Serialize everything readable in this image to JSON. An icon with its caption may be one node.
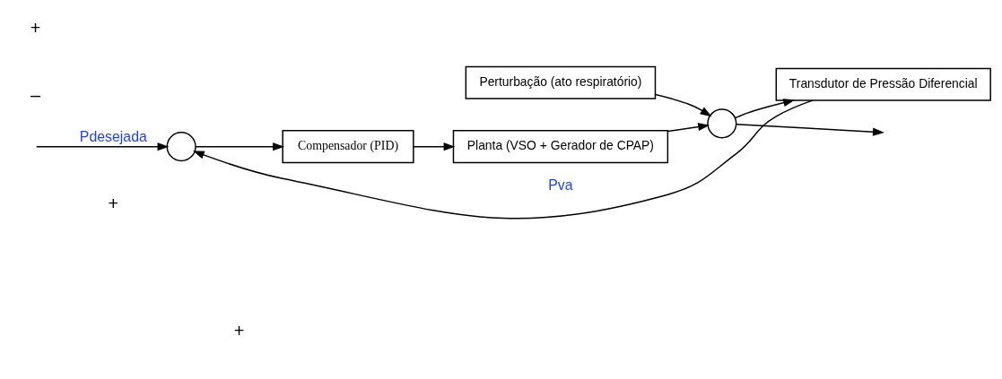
{
  "diagram": {
    "nodes": [
      {
        "text": [
          "Perturbação (ato respiratório)"
        ]
      },
      {
        "text": [],
        "shape": "circle"
      },
      {
        "text": [
          "Compensador (PID)"
        ]
      },
      {
        "text": [
          "Planta (VSO + Gerador de CPAP)"
        ]
      },
      {
        "text": [],
        "shape": "circle"
      },
      {
        "text": [
          "Transdutor de Pressão Diferencial"
        ]
      }
    ],
    "edges": [
      {
        "from": null,
        "to": 1,
        "arrow": "to",
        "label": "Pdesejada"
      },
      {
        "from": 1,
        "to": 2,
        "arrow": "to"
      },
      {
        "from": 2,
        "to": 3,
        "arrow": "to"
      },
      {
        "from": 3,
        "to": 4,
        "arrow": "to"
      },
      {
        "from": 0,
        "to": 4,
        "arrow": "to"
      },
      {
        "from": 4,
        "to": null,
        "arrow": "to"
      },
      {
        "from": 4,
        "to": 5,
        "arrow": "to"
      },
      {
        "from": 5,
        "to": 1,
        "arrow": "to",
        "label": "Pva"
      }
    ],
    "labels": [
      "+",
      "+",
      "+",
      "–"
    ]
  }
}
